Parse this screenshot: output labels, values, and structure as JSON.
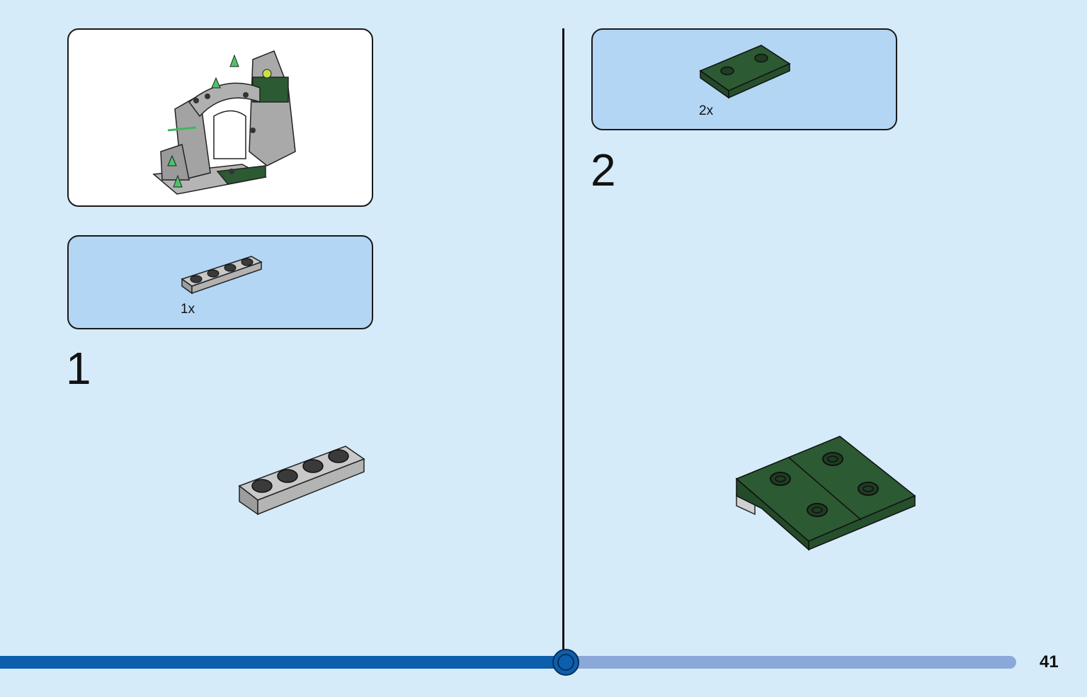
{
  "page": {
    "number": "41"
  },
  "progress": {
    "value": 0.557
  },
  "steps": [
    {
      "number": "1",
      "parts": [
        {
          "qty": "1x",
          "icon": "gray-plate-1x4-icon"
        }
      ]
    },
    {
      "number": "2",
      "parts": [
        {
          "qty": "2x",
          "icon": "green-plate-1x2-icon"
        }
      ]
    }
  ],
  "colors": {
    "background": "#d6ebf9",
    "parts_panel": "#b3d6f4",
    "progress_fill": "#0b5fad",
    "progress_track": "#8aa9d8",
    "brick_gray": "#a9a9a9",
    "brick_green": "#2c5a33"
  }
}
